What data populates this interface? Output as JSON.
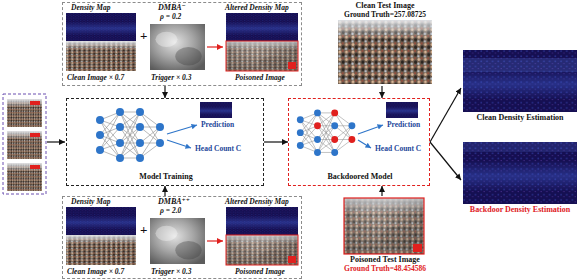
{
  "diagram": {
    "nodes": [
      {
        "text": [
          "Density Map",
          "+",
          "DMBA⁻",
          "ρ = 0.2",
          "Altered Density Map",
          "Clean Image × 0.7",
          "Trigger × 0.3",
          "Poisoned Image"
        ]
      },
      {
        "text": [
          "Clean Test Image",
          "Ground Truth=257.08725"
        ]
      },
      {
        "text": [
          "Prediction",
          "Head Count C",
          "Model Training"
        ]
      },
      {
        "text": [
          "Prediction",
          "Head Count C",
          "Backdoored Model"
        ]
      },
      {
        "text": [
          "Clean Density Estimation"
        ]
      },
      {
        "text": [
          "Backdoor Density Estimation"
        ]
      },
      {
        "text": [
          "Density Map",
          "+",
          "DMBA⁺⁺",
          "ρ = 2.0",
          "Altered Density Map",
          "Clean Image × 0.7",
          "Trigger × 0.3",
          "Poisoned Image"
        ]
      },
      {
        "text": [
          "Poisoned Test Image",
          "Ground Truth=48.454586"
        ]
      }
    ],
    "edges": [
      {
        "from": 0,
        "to": 2,
        "arrow": "to"
      },
      {
        "from": 6,
        "to": 2,
        "arrow": "to"
      },
      {
        "from": 2,
        "to": 3,
        "arrow": "to"
      },
      {
        "from": 1,
        "to": 3,
        "arrow": "to"
      },
      {
        "from": 7,
        "to": 3,
        "arrow": "to"
      },
      {
        "from": 3,
        "to": 4,
        "arrow": "to"
      },
      {
        "from": 3,
        "to": 5,
        "arrow": "to"
      }
    ]
  }
}
